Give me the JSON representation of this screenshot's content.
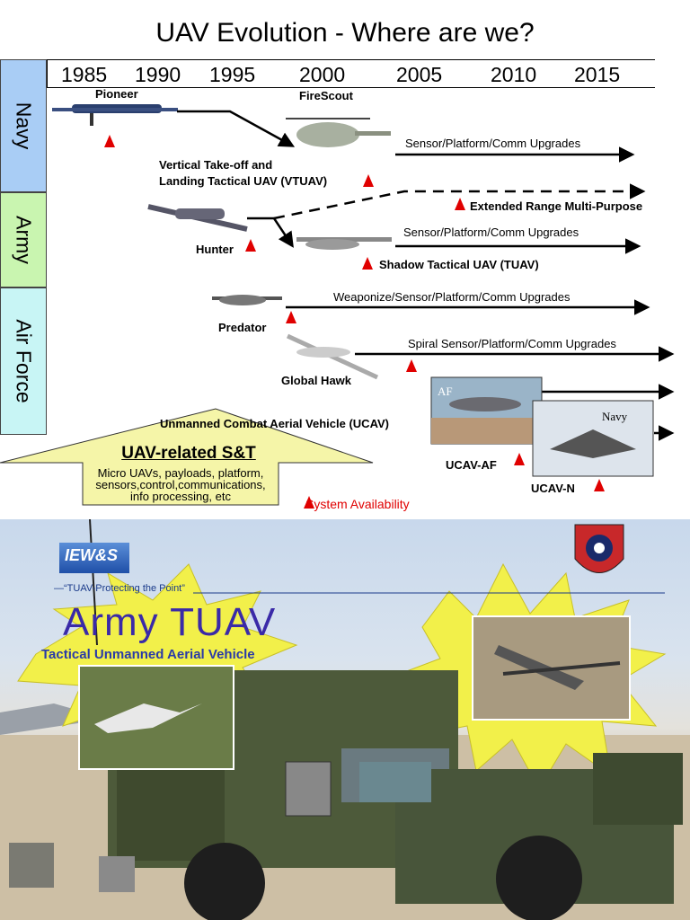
{
  "title": "UAV Evolution - Where are we?",
  "years": [
    "1985",
    "1990",
    "1995",
    "2000",
    "2005",
    "2010",
    "2015"
  ],
  "services": [
    "Navy",
    "Army",
    "Air Force"
  ],
  "labels": {
    "pioneer": "Pioneer",
    "firescout": "FireScout",
    "vtuav_line1": "Vertical Take-off and",
    "vtuav_line2": "Landing Tactical UAV (VTUAV)",
    "navy_upgrades": "Sensor/Platform/Comm Upgrades",
    "extended_range": "Extended Range Multi-Purpose",
    "hunter": "Hunter",
    "army_upgrades": "Sensor/Platform/Comm Upgrades",
    "shadow": "Shadow Tactical UAV (TUAV)",
    "predator": "Predator",
    "predator_upgrades": "Weaponize/Sensor/Platform/Comm Upgrades",
    "global_hawk": "Global Hawk",
    "spiral_upgrades": "Spiral Sensor/Platform/Comm Upgrades",
    "ucav": "Unmanned Combat Aerial Vehicle (UCAV)",
    "ucav_af": "UCAV-AF",
    "ucav_n": "UCAV-N",
    "photo_af": "AF",
    "photo_navy": "Navy"
  },
  "science_tech": {
    "title": "UAV-related S&T",
    "line1": "Micro UAVs, payloads, platform,",
    "line2": "sensors,control,communications,",
    "line3": "info processing, etc"
  },
  "legend": "System Availability",
  "poster": {
    "logo": "IEW&S",
    "tagline": "—“TUAV-Protecting the Point”",
    "heading": "Army TUAV",
    "subheading": "Tactical Unmanned Aerial Vehicle"
  },
  "colors": {
    "navy_band": "#a9cdf5",
    "army_band": "#c9f5b0",
    "airforce_band": "#c8f5f5",
    "availability_marker": "#e00000",
    "st_arrow_fill": "#f5f5a8"
  }
}
